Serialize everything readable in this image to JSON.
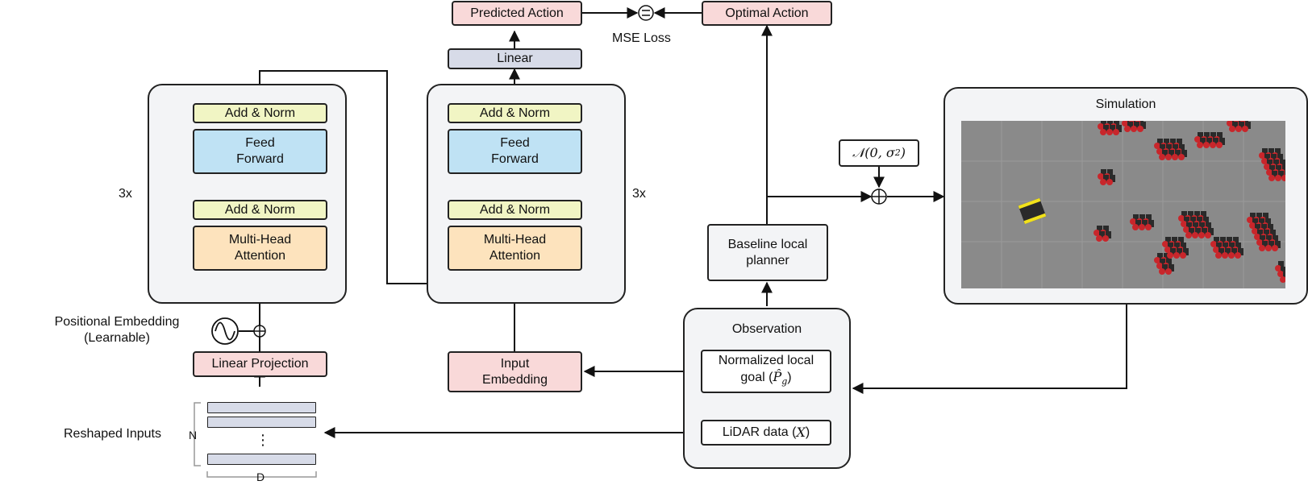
{
  "title": "",
  "encoder": {
    "repeat_label": "3x",
    "add_norm_top": "Add & Norm",
    "feed_forward": "Feed\nForward",
    "add_norm_bottom": "Add & Norm",
    "attention": "Multi-Head\nAttention",
    "positional_embedding": "Positional Embedding\n(Learnable)",
    "linear_projection": "Linear Projection",
    "reshaped_inputs": "Reshaped Inputs",
    "n_label": "N",
    "d_label": "D",
    "ellipsis": "⋮"
  },
  "decoder": {
    "repeat_label": "3x",
    "add_norm_top": "Add & Norm",
    "feed_forward": "Feed\nForward",
    "add_norm_bottom": "Add & Norm",
    "attention": "Multi-Head\nAttention",
    "linear": "Linear",
    "input_embedding": "Input\nEmbedding"
  },
  "output": {
    "predicted_action": "Predicted Action",
    "optimal_action": "Optimal Action",
    "loss_label": "MSE Loss",
    "equals_symbol": "⊜"
  },
  "planner": {
    "baseline": "Baseline local\nplanner",
    "noise_prefix": "𝒩(0, σ",
    "noise_exponent": "2",
    "noise_suffix": ")",
    "plus_symbol": "⊕"
  },
  "observation": {
    "title": "Observation",
    "goal_text": "Normalized local\ngoal (",
    "goal_symbol": "P̂",
    "goal_subscript": "g",
    "goal_close": ")",
    "lidar_text": "LiDAR data (",
    "lidar_symbol": "X",
    "lidar_close": ")"
  },
  "simulation": {
    "title": "Simulation",
    "floor_color": "#8a8a8a",
    "obstacle_color": "#c8262b",
    "obstacle_shadow_color": "#2a2a2a",
    "robot_stripe_color": "#f2e21b"
  }
}
